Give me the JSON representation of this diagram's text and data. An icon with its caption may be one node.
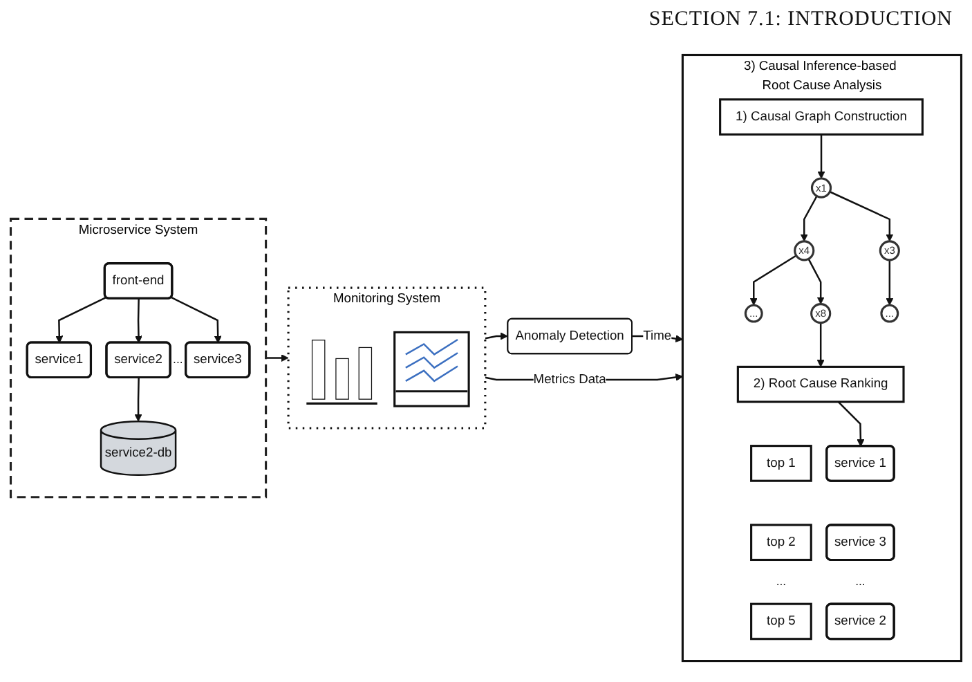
{
  "diagram": {
    "nodes": [
      {
        "text": [
          "Anomaly Detection"
        ]
      },
      {
        "text": [
          "Monitoring System"
        ]
      },
      {
        "text": [],
        "shape": "picture",
        "in": 1
      },
      {
        "text": [],
        "shape": "picture",
        "in": 1
      },
      {
        "text": [
          "3) Causal Inference-based Root Cause Analysis"
        ]
      },
      {
        "text": [
          "1) Causal Graph Construction"
        ],
        "in": 4
      },
      {
        "text": [
          "x1"
        ],
        "in": 4
      },
      {
        "text": [
          "x4"
        ],
        "in": 4
      },
      {
        "text": [
          "x3"
        ],
        "in": 4
      },
      {
        "text": [
          "..."
        ],
        "in": 4
      },
      {
        "text": [
          "x8"
        ],
        "in": 4
      },
      {
        "text": [
          "..."
        ],
        "in": 4
      },
      {
        "text": [
          "2) Root Cause Ranking"
        ],
        "in": 4
      },
      {
        "text": [
          "top 1"
        ],
        "in": 4
      },
      {
        "text": [
          "service 1"
        ],
        "in": 4
      },
      {
        "text": [
          "top 2"
        ],
        "in": 4
      },
      {
        "text": [
          "service 3"
        ],
        "in": 4
      },
      {
        "text": [
          "top 5"
        ],
        "in": 4
      },
      {
        "text": [
          "service 2"
        ],
        "in": 4
      },
      {
        "text": [
          "Microservice System"
        ]
      },
      {
        "text": [
          "front-end"
        ],
        "in": 19
      },
      {
        "text": [
          "service1"
        ],
        "in": 19
      },
      {
        "text": [
          "service2"
        ],
        "in": 19
      },
      {
        "text": [
          "service3"
        ],
        "in": 19
      },
      {
        "text": [
          "service2-db"
        ],
        "in": 19
      }
    ],
    "edges": [
      {
        "from": 1,
        "to": 0,
        "arrow": "to"
      },
      {
        "from": 0,
        "to": 4,
        "arrow": "to",
        "label": "Time"
      },
      {
        "from": 1,
        "to": 4,
        "arrow": "to",
        "label": "Metrics Data"
      },
      {
        "from": 19,
        "to": 1,
        "arrow": "to"
      },
      {
        "from": 5,
        "to": 6,
        "arrow": "to"
      },
      {
        "from": 6,
        "to": 7,
        "arrow": "to"
      },
      {
        "from": 6,
        "to": 8,
        "arrow": "to"
      },
      {
        "from": 7,
        "to": 9,
        "arrow": "to"
      },
      {
        "from": 7,
        "to": 10,
        "arrow": "to"
      },
      {
        "from": 8,
        "to": 11,
        "arrow": "to"
      },
      {
        "from": 10,
        "to": 12,
        "arrow": "to"
      },
      {
        "from": 12,
        "to": 14,
        "arrow": "to"
      },
      {
        "from": 20,
        "to": 21,
        "arrow": "to"
      },
      {
        "from": 20,
        "to": 22,
        "arrow": "to"
      },
      {
        "from": 20,
        "to": 23,
        "arrow": "to"
      },
      {
        "from": 22,
        "to": 24,
        "arrow": "to"
      }
    ],
    "labels": [
      "SECTION 7.1: INTRODUCTION",
      "...",
      "...",
      "..."
    ]
  }
}
